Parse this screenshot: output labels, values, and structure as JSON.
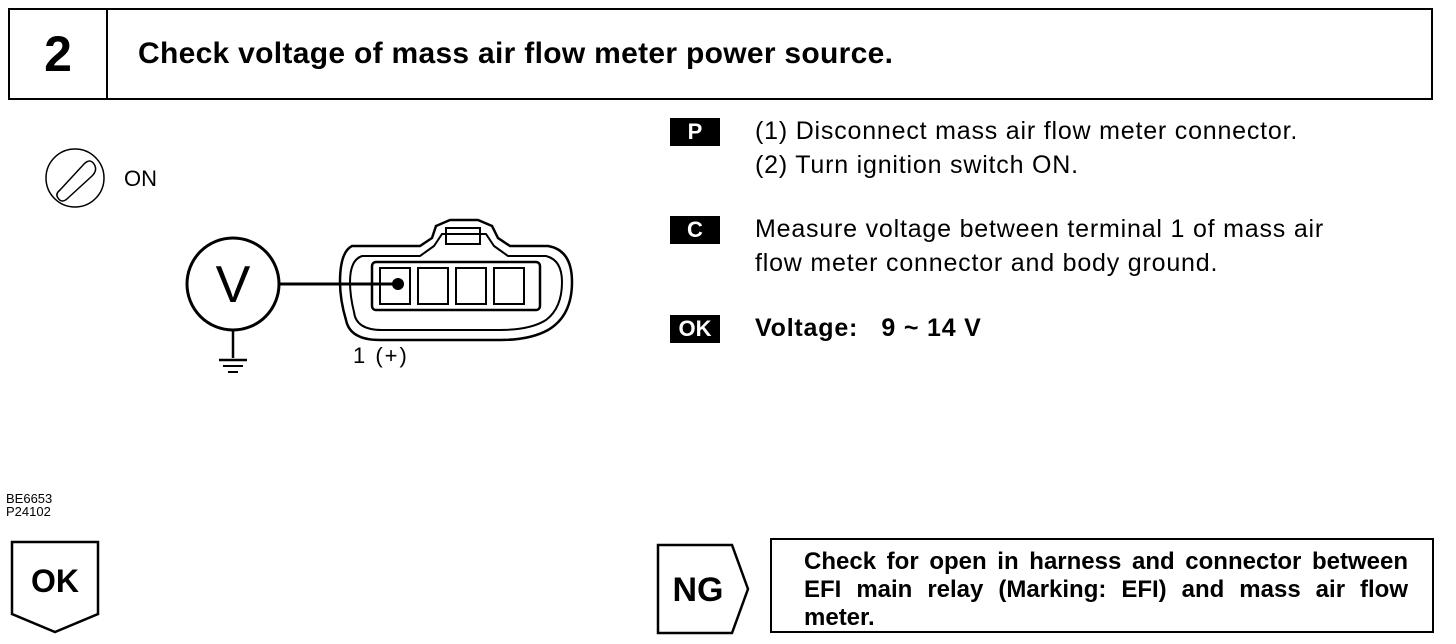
{
  "header": {
    "step_number": "2",
    "title": "Check voltage of mass air flow meter power source."
  },
  "diagram": {
    "ignition_label": "ON",
    "meter_symbol": "V",
    "terminal_label": "1 (+)"
  },
  "figure_codes": [
    "BE6653",
    "P24102"
  ],
  "steps": [
    {
      "badge": "P",
      "lines": [
        "(1) Disconnect mass air flow meter connector.",
        "(2) Turn ignition switch ON."
      ]
    },
    {
      "badge": "C",
      "lines": [
        "Measure voltage between terminal 1 of mass air",
        "flow meter connector and body ground."
      ]
    },
    {
      "badge": "OK",
      "lines": [
        "Voltage:   9 ~ 14 V"
      ]
    }
  ],
  "outcomes": {
    "ok_label": "OK",
    "ng_label": "NG",
    "ng_action": "Check for open in harness and connector between EFI main relay (Marking: EFI) and mass air flow meter."
  },
  "icons": [
    "ignition-switch-icon",
    "voltmeter-icon",
    "ground-symbol-icon",
    "connector-icon"
  ]
}
